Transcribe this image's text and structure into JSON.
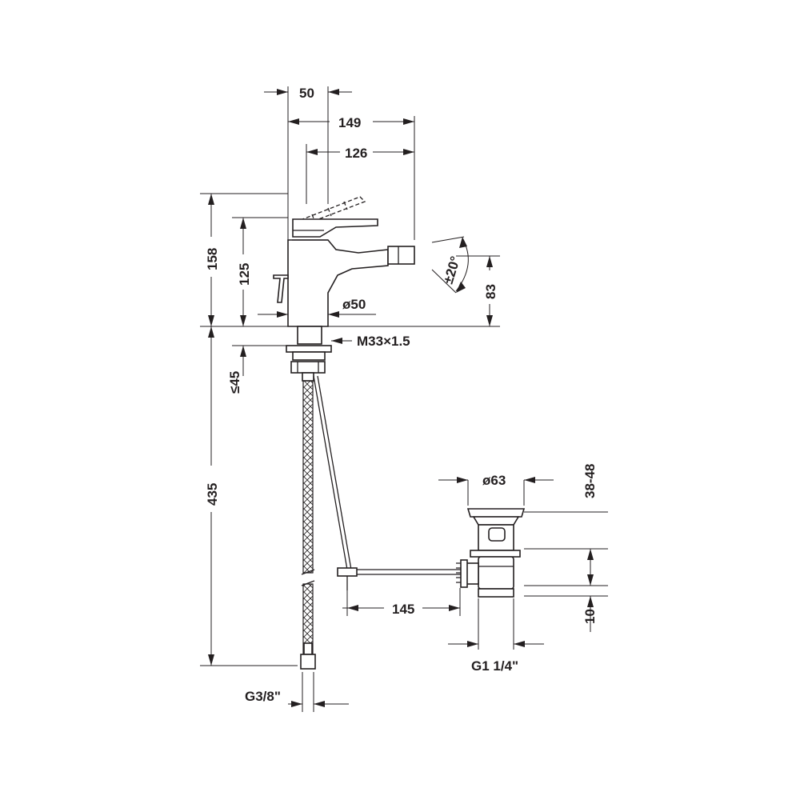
{
  "dimensions": {
    "width_50": "50",
    "width_149": "149",
    "width_126": "126",
    "height_158": "158",
    "height_125": "125",
    "diameter_50": "ø50",
    "thread_m33": "M33×1.5",
    "max_45": "≤45",
    "height_435": "435",
    "angle_20": "±20°",
    "height_83": "83",
    "diameter_63": "ø63",
    "range_38_48": "38-48",
    "length_145": "145",
    "height_10": "10",
    "thread_g1_14": "G1 1/4\"",
    "thread_g3_8": "G3/8\""
  }
}
